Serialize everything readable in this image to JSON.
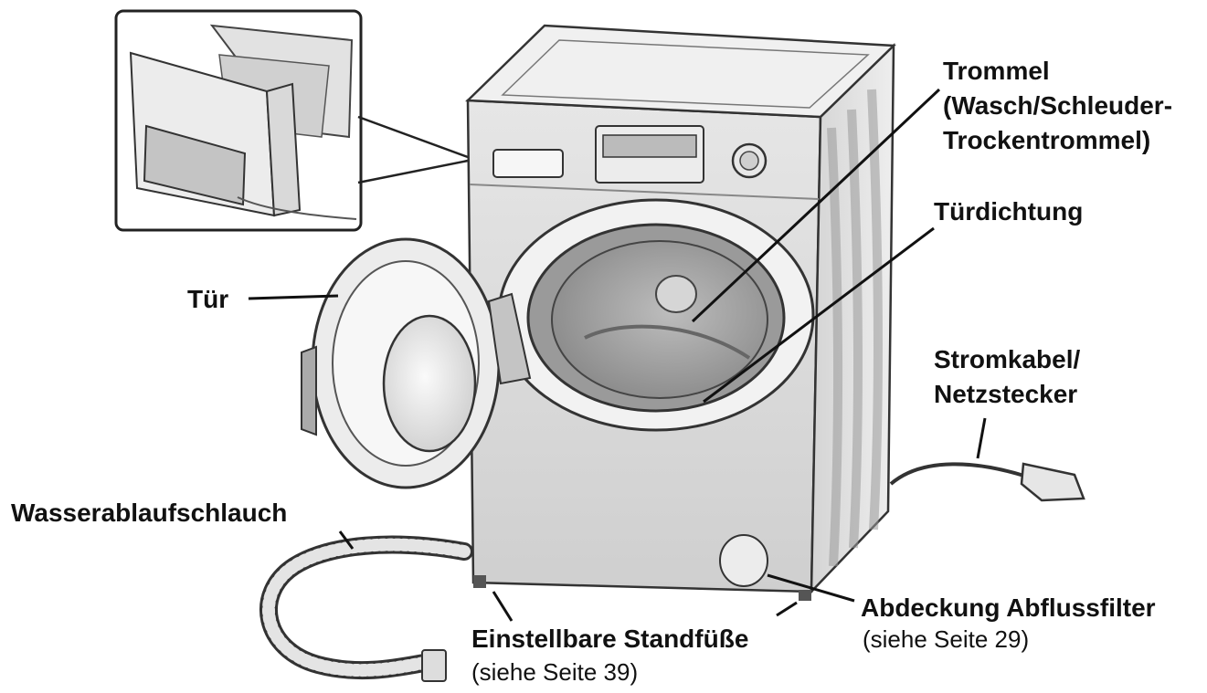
{
  "labels": {
    "trommel": [
      "Trommel",
      "(Wasch/Schleuder-",
      "Trockentrommel)"
    ],
    "tuerdichtung": "Türdichtung",
    "tuer": "Tür",
    "stromkabel": [
      "Stromkabel/",
      "Netzstecker"
    ],
    "schlauch": "Wasserablaufschlauch",
    "filter": "Abdeckung Abflussfilter",
    "filter_note": "(siehe Seite 29)",
    "fuesse": "Einstellbare Standfüße",
    "fuesse_note": "(siehe Seite 39)"
  }
}
